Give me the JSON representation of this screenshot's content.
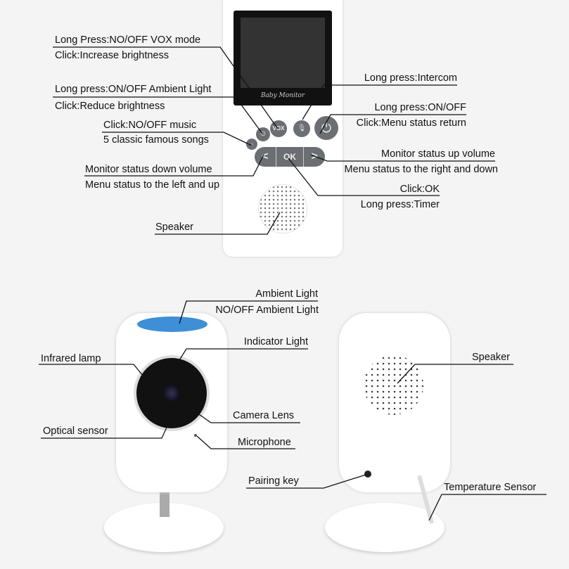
{
  "parent_unit": {
    "brand_logo": "Baby Monitor",
    "buttons": {
      "vox": "VOX",
      "ok": "OK"
    },
    "labels": {
      "vox_1": "Long Press:NO/OFF VOX mode",
      "vox_2": "Click:Increase brightness",
      "light_1": "Long press:ON/OFF Ambient Light",
      "light_2": "Click:Reduce brightness",
      "music_1": "Click:NO/OFF music",
      "music_2": "5 classic famous songs",
      "left_1": "Monitor status down volume",
      "left_2": "Menu status to the left and up",
      "speaker": "Speaker",
      "intercom": "Long press:Intercom",
      "power_1": "Long press:ON/OFF",
      "power_2": "Click:Menu status return",
      "right_1": "Monitor status up volume",
      "right_2": "Menu status to the right and down",
      "ok_1": "Click:OK",
      "ok_2": "Long press:Timer"
    }
  },
  "camera_front": {
    "labels": {
      "ambient_1": "Ambient Light",
      "ambient_2": "NO/OFF Ambient Light",
      "indicator": "Indicator Light",
      "infrared": "Infrared lamp",
      "lens": "Camera Lens",
      "optical": "Optical sensor",
      "mic": "Microphone"
    }
  },
  "camera_back": {
    "labels": {
      "speaker": "Speaker",
      "pairing": "Pairing key",
      "temp": "Temperature Sensor"
    }
  },
  "colors": {
    "ambient_light": "#3f8fd6",
    "button": "#6b6f73",
    "body": "#ffffff"
  }
}
